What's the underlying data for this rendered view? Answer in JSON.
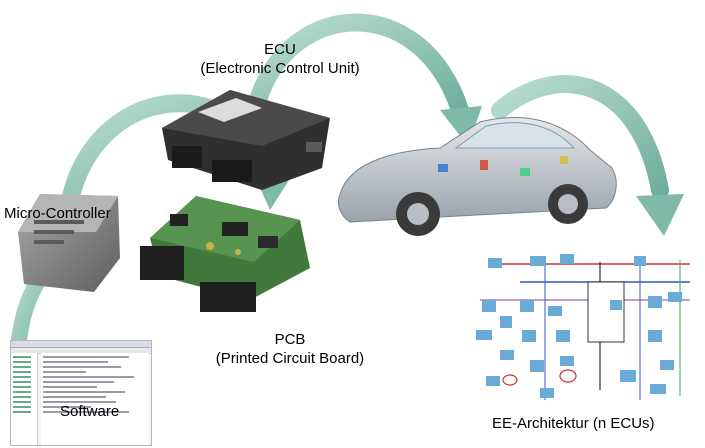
{
  "labels": {
    "ecu_line1": "ECU",
    "ecu_line2": "(Electronic Control Unit)",
    "micro_controller": "Micro-Controller",
    "pcb_line1": "PCB",
    "pcb_line2": "(Printed Circuit Board)",
    "software": "Software",
    "ee_architecture": "EE-Architektur (n ECUs)"
  },
  "colors": {
    "arrow": "#8fc4b4",
    "arrow_dark": "#6fae9c",
    "ecu_housing": "#2b2b2b",
    "pcb_green": "#3f7a3a",
    "chip": "#7d7d7d",
    "car_body": "#c9ced4"
  }
}
